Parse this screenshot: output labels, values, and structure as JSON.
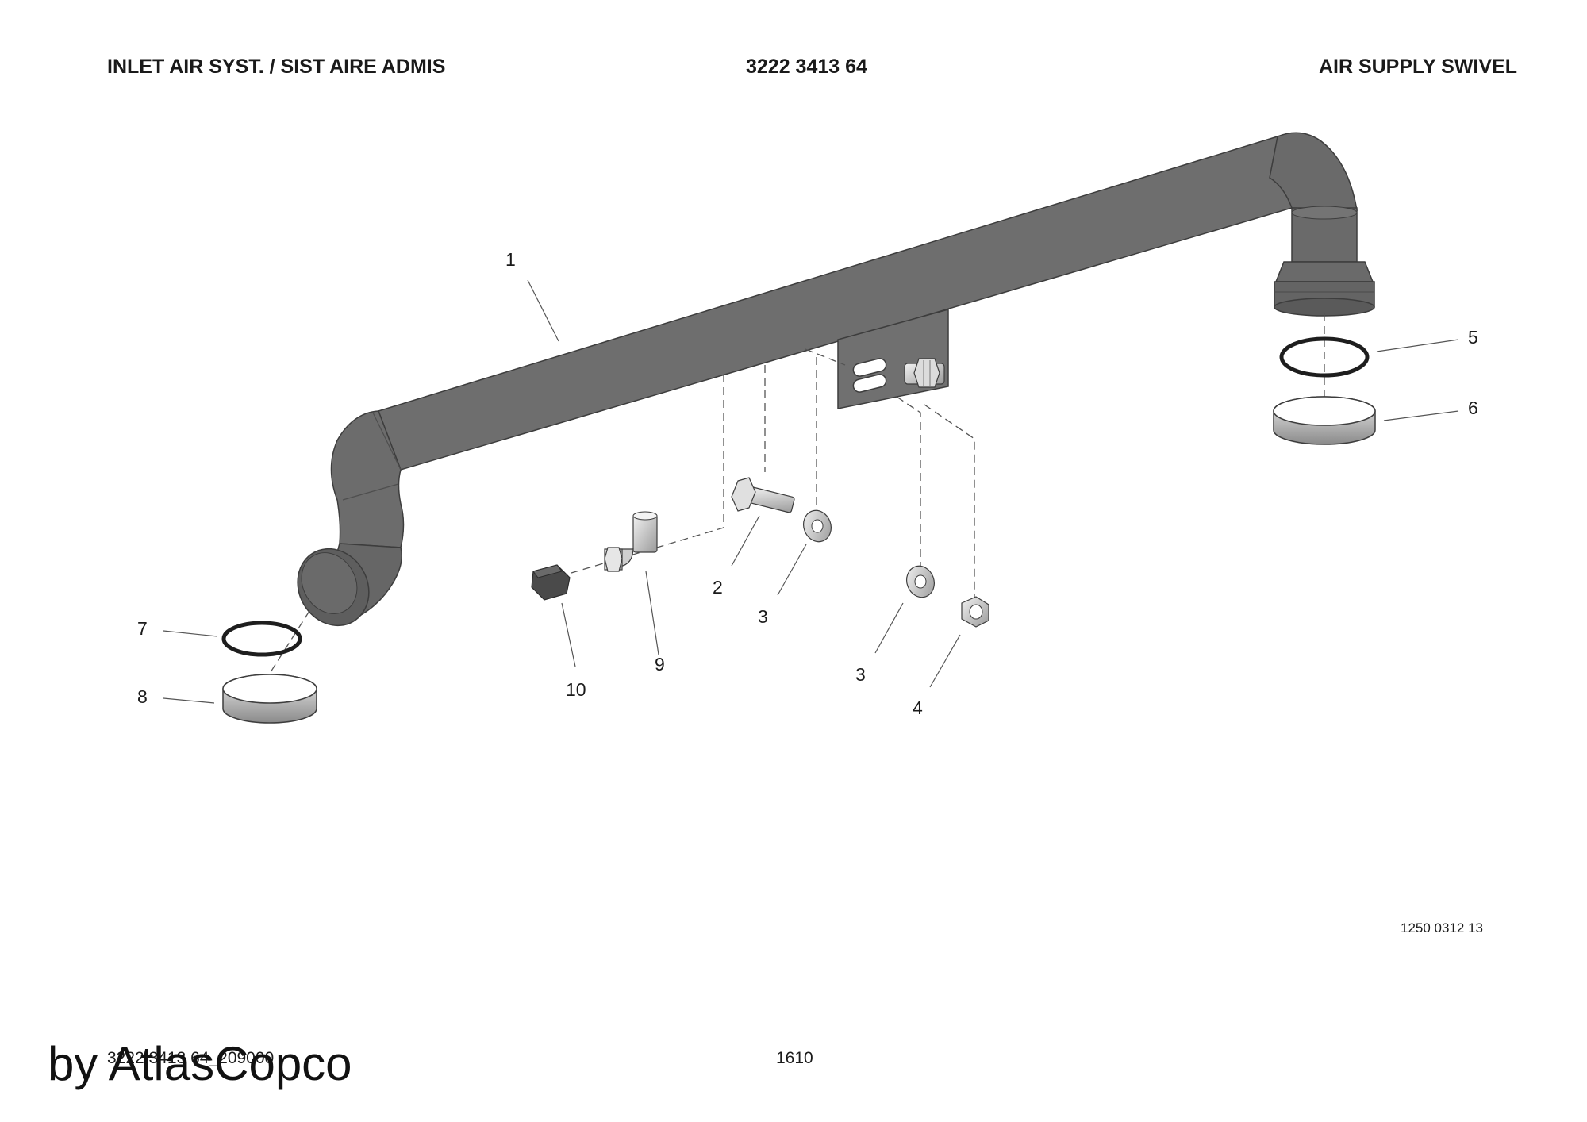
{
  "header": {
    "system": "INLET AIR SYST. / SIST AIRE ADMIS",
    "part_number": "3222 3413 64",
    "assembly_name": "AIR SUPPLY SWIVEL"
  },
  "callouts": [
    "1",
    "2",
    "3",
    "3",
    "4",
    "5",
    "6",
    "7",
    "8",
    "9",
    "10"
  ],
  "drawing_reference": "1250 0312 13",
  "footer": {
    "document_code": "3222 3413 64_209000",
    "page_number": "1610"
  },
  "watermark": "by AtlasCopco",
  "colors": {
    "pipe": "#6e6e6e",
    "pipe_dark": "#555555",
    "metal_light": "#d6d6d6",
    "line": "#444444"
  }
}
